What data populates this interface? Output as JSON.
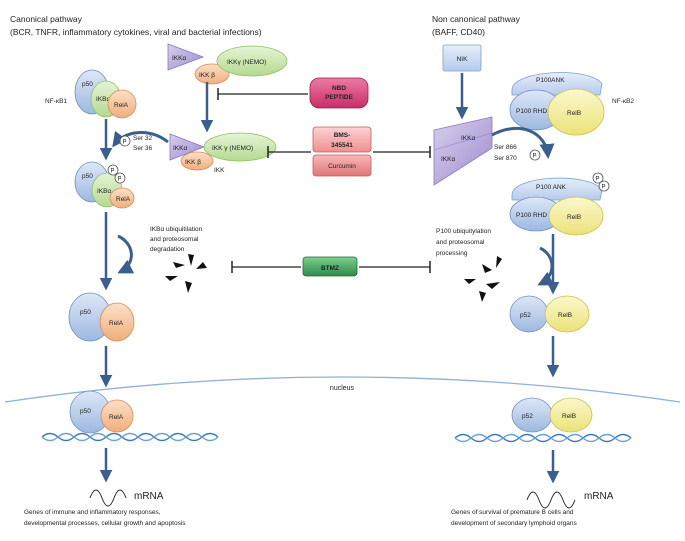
{
  "canonical": {
    "title": "Canonical pathway",
    "subtitle": "(BCR, TNFR, inflammatory cytokines, viral and bacterial infections)",
    "nfkb1_label": "NF-κB1",
    "p50": "p50",
    "ikba": "IKBα",
    "rela": "RelA",
    "ser_label": "Ser 32\nSer 36",
    "ser_32": "Ser 32",
    "ser_36": "Ser 36",
    "p_badge": "P",
    "ubiq_line1": "IKBα  ubiquitilation",
    "ubiq_line2": "and proteosomal",
    "ubiq_line3": "degradation",
    "genes_line1": "Genes of immune and inflammatory responses,",
    "genes_line2": "developmental processes, cellular growth and apoptosis",
    "mrna": "mRNA"
  },
  "ikk_complex": {
    "ikka": "IKKα",
    "ikkb": "IKK β",
    "ikkg": "IKKγ (NEMO)",
    "ikkg2": "IKK γ (NEMO)",
    "ikk": "IKK"
  },
  "drugs": {
    "nbd_line1": "NBD",
    "nbd_line2": "PEPTIDE",
    "bms_line1": "BMS-",
    "bms_line2": "345541",
    "curcumin": "Curcumin",
    "btmz": "BTMZ"
  },
  "noncanonical": {
    "title": "Non canonical  pathway",
    "subtitle": "(BAFF, CD40)",
    "nik": "NIK",
    "ikka": "IKKα",
    "p100ank": "P100ANK",
    "p100ank2": "P100 ANK",
    "p100rhd": "P100 RHD",
    "relb": "RelB",
    "nfkb2_label": "NF-κB2",
    "ser_866": "Ser 866",
    "ser_870": "Ser 870",
    "p_badge": "P",
    "ubiq_line1": "P100 ubiquitylation",
    "ubiq_line2": "and proteosomal",
    "ubiq_line3": "processing",
    "p52": "p52",
    "genes_line1": "Genes of survival of premature B cells and",
    "genes_line2": "development of secondary lymphoid organs",
    "mrna": "mRNA"
  },
  "nucleus": "nucleus",
  "colors": {
    "arrow_blue": "#3a5f8f",
    "p50_blue": "#a9c2e6",
    "ikba_green": "#c6e3a8",
    "rela_orange": "#f6c29a",
    "relb_yellow": "#f2ee9a",
    "ikka_purple": "#b4a6d6",
    "nbd_pink": "#d9467a",
    "bms_red": "#f2a6a6",
    "btmz_green": "#3f9b5a"
  }
}
